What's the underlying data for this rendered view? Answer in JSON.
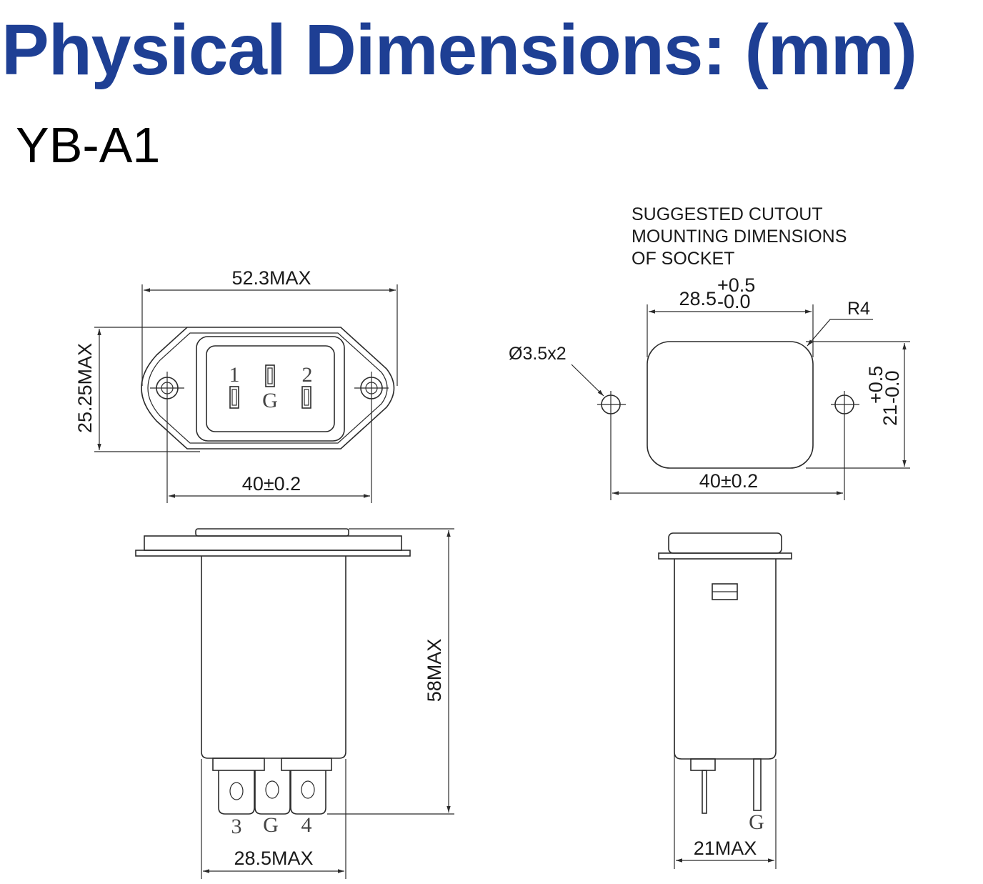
{
  "header": {
    "title": "Physical Dimensions: (mm)",
    "model": "YB-A1",
    "title_color": "#1e3f94"
  },
  "front_view": {
    "width_max": "52.3MAX",
    "height_max": "25.25MAX",
    "hole_spacing": "40±0.2",
    "pin_labels": [
      "1",
      "2",
      "G"
    ]
  },
  "cutout": {
    "note": [
      "SUGGESTED CUTOUT",
      "MOUNTING DIMENSIONS",
      "OF SOCKET"
    ],
    "width": "28.5",
    "tol_plus": "+0.5",
    "tol_minus": "-0.0",
    "radius": "R4",
    "hole_note": "Ø3.5x2",
    "height": "21",
    "hole_spacing": "40±0.2"
  },
  "side_view": {
    "length_max": "58MAX",
    "body_width_max": "28.5MAX",
    "terminal_labels": [
      "3",
      "G",
      "4"
    ]
  },
  "end_view": {
    "width_max": "21MAX",
    "terminal_label": "G"
  }
}
